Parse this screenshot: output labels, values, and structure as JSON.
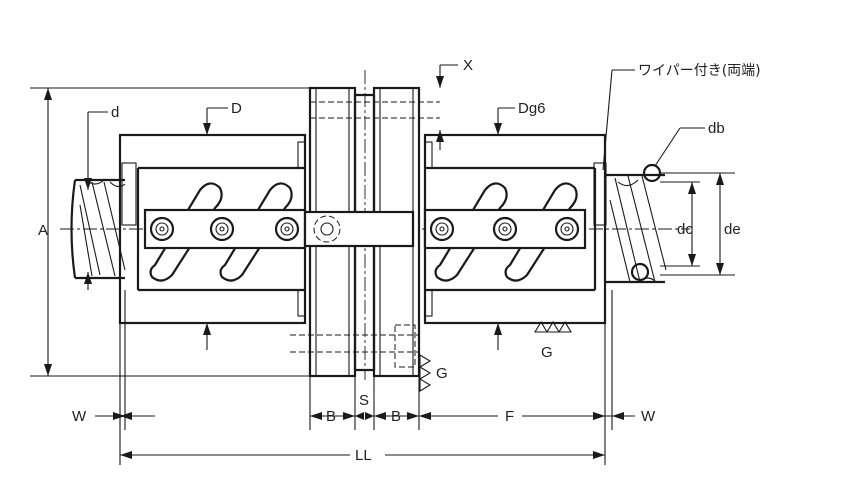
{
  "labels": {
    "X": "X",
    "d": "d",
    "D": "D",
    "Dg6": "Dg6",
    "wiper": "ワイパー付き(両端)",
    "db": "db",
    "dc": "dc",
    "de": "de",
    "A": "A",
    "G_bottom": "G",
    "G_right": "G",
    "W_left": "W",
    "W_right": "W",
    "B_left": "B",
    "S": "S",
    "B_right": "B",
    "F": "F",
    "LL": "LL"
  }
}
